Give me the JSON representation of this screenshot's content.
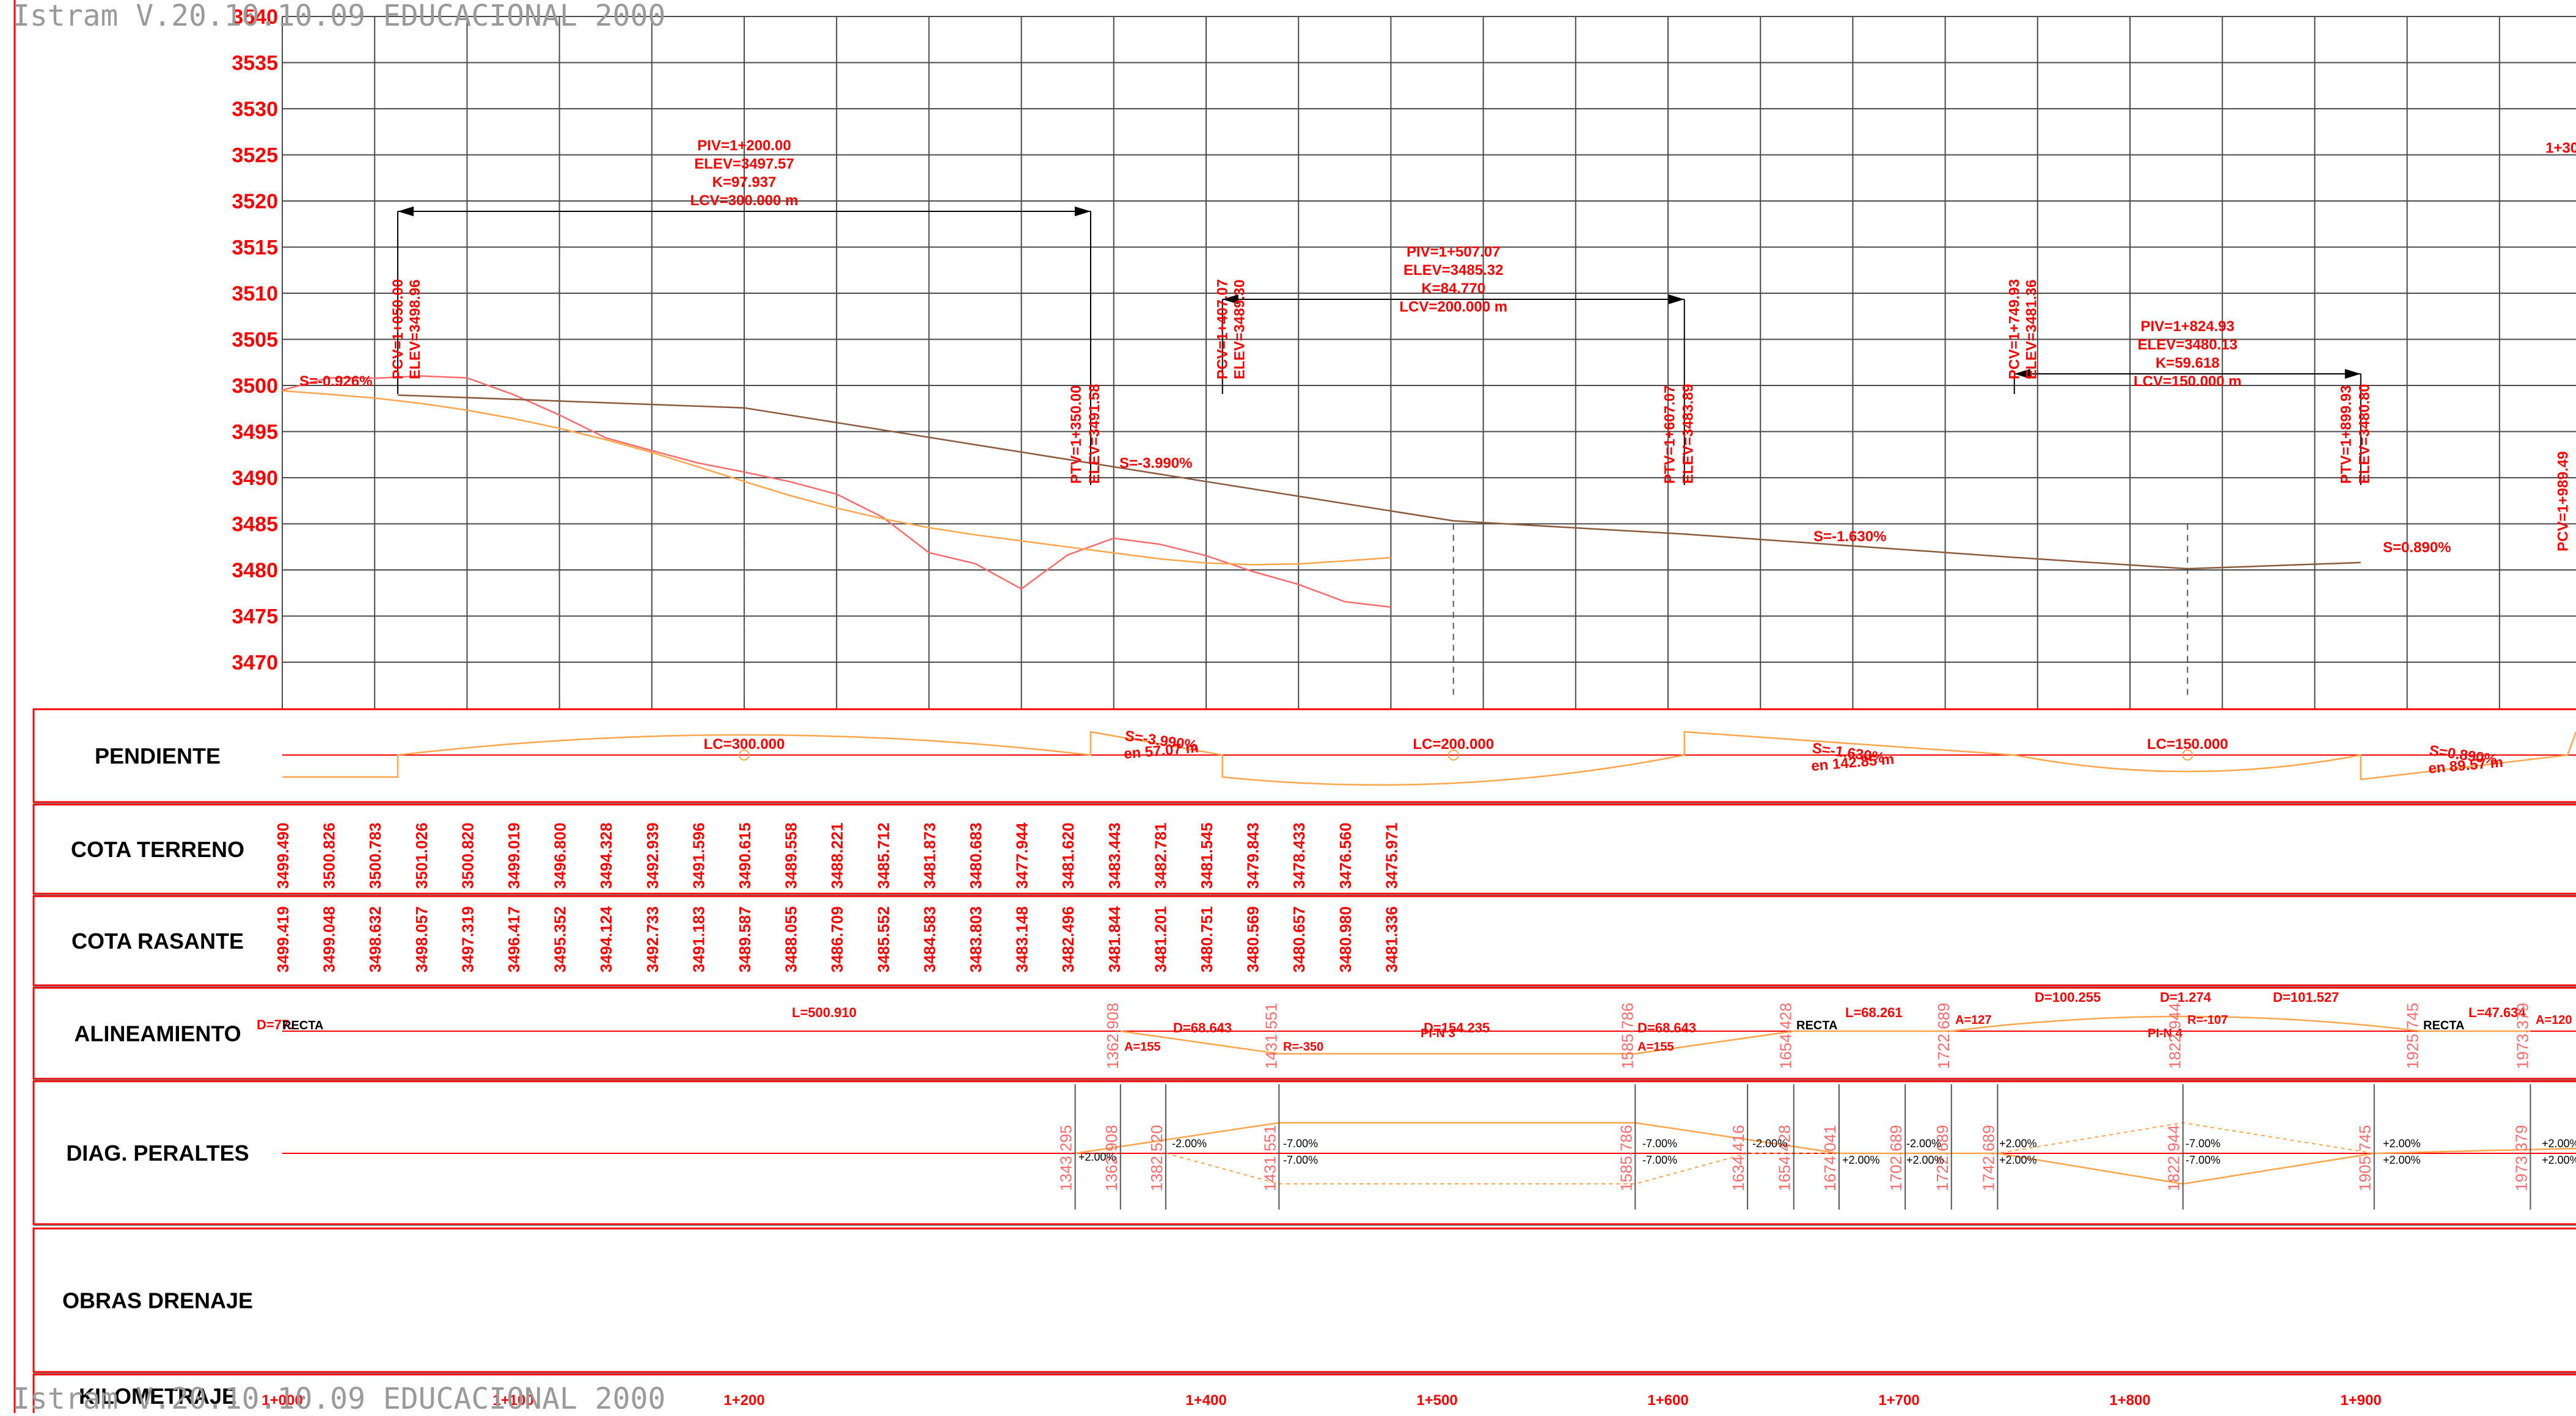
{
  "watermark": "Istram V.20.10.10.09 EDUCACIONAL 2000",
  "elevation_labels": [
    "3540",
    "3535",
    "3530",
    "3525",
    "3520",
    "3515",
    "3510",
    "3505",
    "3500",
    "3495",
    "3490",
    "3485",
    "3480",
    "3475",
    "3470"
  ],
  "band_titles": {
    "pendiente": "PENDIENTE",
    "cota_terreno": "COTA TERRENO",
    "cota_rasante": "COTA RASANTE",
    "alineamiento": "ALINEAMIENTO",
    "peraltes": "DIAG. PERALTES",
    "drenaje": "OBRAS DRENAJE",
    "kilometraje": "KILOMETRAJE"
  },
  "km_labels": [
    "1+000",
    "1+100",
    "1+200",
    "1+400",
    "1+500",
    "1+600",
    "1+700",
    "1+800",
    "1+900"
  ],
  "cota_terreno": [
    "3499.490",
    "3500.826",
    "3500.783",
    "3501.026",
    "3500.820",
    "3499.019",
    "3496.800",
    "3494.328",
    "3492.939",
    "3491.596",
    "3490.615",
    "3489.558",
    "3488.221",
    "3485.712",
    "3481.873",
    "3480.683",
    "3477.944",
    "3481.620",
    "3483.443",
    "3482.781",
    "3481.545",
    "3479.843",
    "3478.433",
    "3476.560",
    "3475.971"
  ],
  "cota_rasante": [
    "3499.419",
    "3499.048",
    "3498.632",
    "3498.057",
    "3497.319",
    "3496.417",
    "3495.352",
    "3494.124",
    "3492.733",
    "3491.183",
    "3489.587",
    "3488.055",
    "3486.709",
    "3485.552",
    "3484.583",
    "3483.803",
    "3483.148",
    "3482.496",
    "3481.844",
    "3481.201",
    "3480.751",
    "3480.569",
    "3480.657",
    "3480.980",
    "3481.336"
  ],
  "curves": [
    {
      "piv": "PIV=1+200.00",
      "elev": "ELEV=3497.57",
      "k": "K=97.937",
      "lcv": "LCV=300.000 m",
      "pcv": "PCV=1+050.00",
      "pcv_elev": "ELEV=3498.96",
      "ptv": "PTV=1+350.00",
      "ptv_elev": "ELEV=3491.58",
      "lc": "LC=300.000"
    },
    {
      "piv": "PIV=1+507.07",
      "elev": "ELEV=3485.32",
      "k": "K=84.770",
      "lcv": "LCV=200.000 m",
      "pcv": "PCV=1+407.07",
      "pcv_elev": "ELEV=3489.30",
      "ptv": "PTV=1+607.07",
      "ptv_elev": "ELEV=3483.89",
      "lc": "LC=200.000"
    },
    {
      "piv": "PIV=1+824.93",
      "elev": "ELEV=3480.13",
      "k": "K=59.618",
      "lcv": "LCV=150.000 m",
      "pcv": "PCV=1+749.93",
      "pcv_elev": "ELEV=3481.36",
      "ptv": "PTV=1+899.93",
      "ptv_elev": "ELEV=3480.80",
      "lc": "LC=150.000"
    }
  ],
  "extra_curve": {
    "pcv": "PCV=1+989.49",
    "km_partial": "1+30"
  },
  "grades": {
    "s1": "S=-0.926%",
    "s2": "S=-3.990%",
    "s3": "S=-1.630%",
    "s4": "S=0.890%",
    "s2_band": "S=-3.990%",
    "s2_len": "en 57.07 m",
    "s3_band": "S=-1.630%",
    "s3_len": "en 142.85 m",
    "s4_band": "S=0.890%",
    "s4_len": "en 89.57 m"
  },
  "alignment": {
    "d_start": "D=77.",
    "recta1": "RECTA",
    "l1": "L=500.910",
    "d1": "D=68.643",
    "a1": "A=155",
    "r1": "R=-350",
    "d2": "D=154.235",
    "pi1": "PI-N 3",
    "d3": "D=68.643",
    "a2": "A=155",
    "recta2": "RECTA",
    "l2": "L=68.261",
    "a3": "A=127",
    "d4": "D=100.255",
    "d5": "D=1.274",
    "r2": "R=-107",
    "pi2": "PI-N 4",
    "d6": "D=101.527",
    "recta3": "RECTA",
    "l3": "L=47.634",
    "a4": "A=120",
    "stations": [
      "1362.908",
      "1431.551",
      "1585.786",
      "1654.428",
      "1722.689",
      "1822.944",
      "1925.745",
      "1973.379"
    ]
  },
  "peraltes": {
    "stations": [
      "1343.295",
      "1362.908",
      "1382.520",
      "1431.551",
      "1585.786",
      "1634.416",
      "1654.428",
      "1674.041",
      "1702.689",
      "1722.689",
      "1742.689",
      "1822.944",
      "1905.745",
      "1973.379"
    ],
    "p2": "+2.00%",
    "m2": "-2.00%",
    "m7": "-7.00%",
    "m7b": "-7.00%"
  },
  "colors": {
    "red": "#ff0000",
    "grid": "#4a4a4a",
    "terrain": "#ff6a6a",
    "grade": "#ffa54a",
    "rasante": "#8b5a3c",
    "text": "#000000"
  }
}
